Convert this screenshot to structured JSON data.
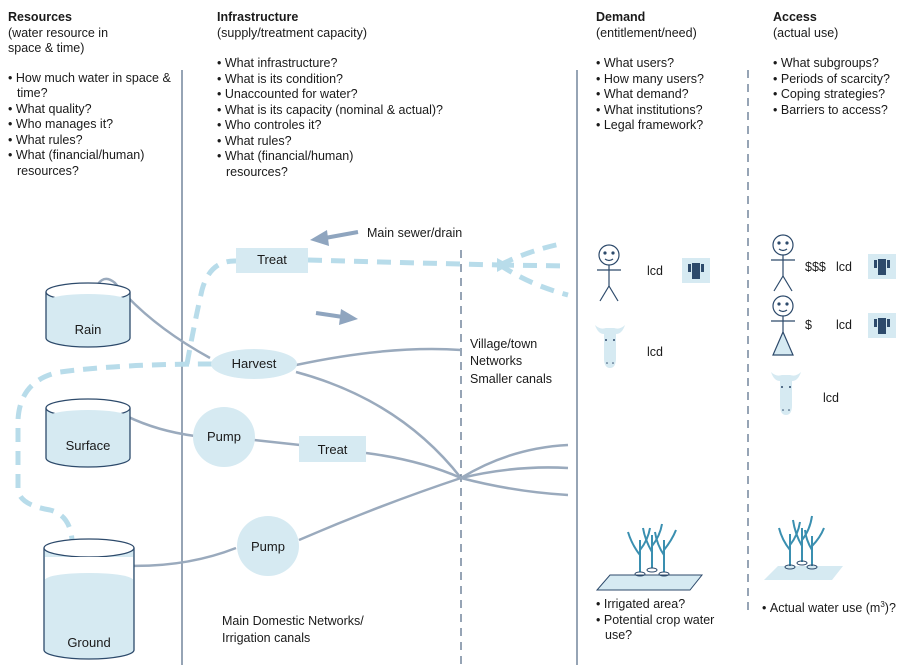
{
  "columns": {
    "resources": {
      "title": "Resources",
      "subtitle1": "(water resource in",
      "subtitle2": "space & time)",
      "bullets": [
        "How much water in space & time?",
        "What quality?",
        "Who manages it?",
        "What rules?",
        "What (financial/human) resources?"
      ]
    },
    "infrastructure": {
      "title": "Infrastructure",
      "subtitle1": "(supply/treatment capacity)",
      "bullets": [
        "What infrastructure?",
        "What is its condition?",
        "Unaccounted for water?",
        "What is its capacity (nominal & actual)?",
        "Who controles it?",
        "What rules?",
        "What (financial/human) resources?"
      ]
    },
    "demand": {
      "title": "Demand",
      "subtitle1": "(entitlement/need)",
      "bullets": [
        "What users?",
        "How many users?",
        "What demand?",
        "What institutions?",
        "Legal framework?"
      ]
    },
    "access": {
      "title": "Access",
      "subtitle1": "(actual use)",
      "bullets": [
        "What subgroups?",
        "Periods of scarcity?",
        "Coping strategies?",
        "Barriers to access?"
      ]
    }
  },
  "sources": {
    "rain": "Rain",
    "surface": "Surface",
    "ground": "Ground"
  },
  "nodes": {
    "treat_top": "Treat",
    "harvest": "Harvest",
    "pump_surface": "Pump",
    "treat_mid": "Treat",
    "pump_ground": "Pump"
  },
  "labels": {
    "sewer": "Main sewer/drain",
    "village1": "Village/town",
    "village2": "Networks",
    "village3": "Smaller canals",
    "main1": "Main Domestic Networks/",
    "main2": "Irrigation canals"
  },
  "demand_side": {
    "lcd_person": "lcd",
    "lcd_cow": "lcd"
  },
  "access_side": {
    "money_high": "$$$",
    "lcd_high": "lcd",
    "money_low": "$",
    "lcd_low": "lcd",
    "lcd_cow": "lcd"
  },
  "bottom": {
    "demand_bullets": [
      "Irrigated area?",
      "Potential crop water use?"
    ],
    "access_bullet": "Actual water use (m",
    "access_sup": "3",
    "access_tail": ")?"
  },
  "colors": {
    "pipe": "#9aaabd",
    "fill": "#d6eaf2",
    "dash": "#b8dcea",
    "dark": "#2d4a6b",
    "arrow": "#8fa5bf",
    "plant": "#3a8fb0"
  }
}
